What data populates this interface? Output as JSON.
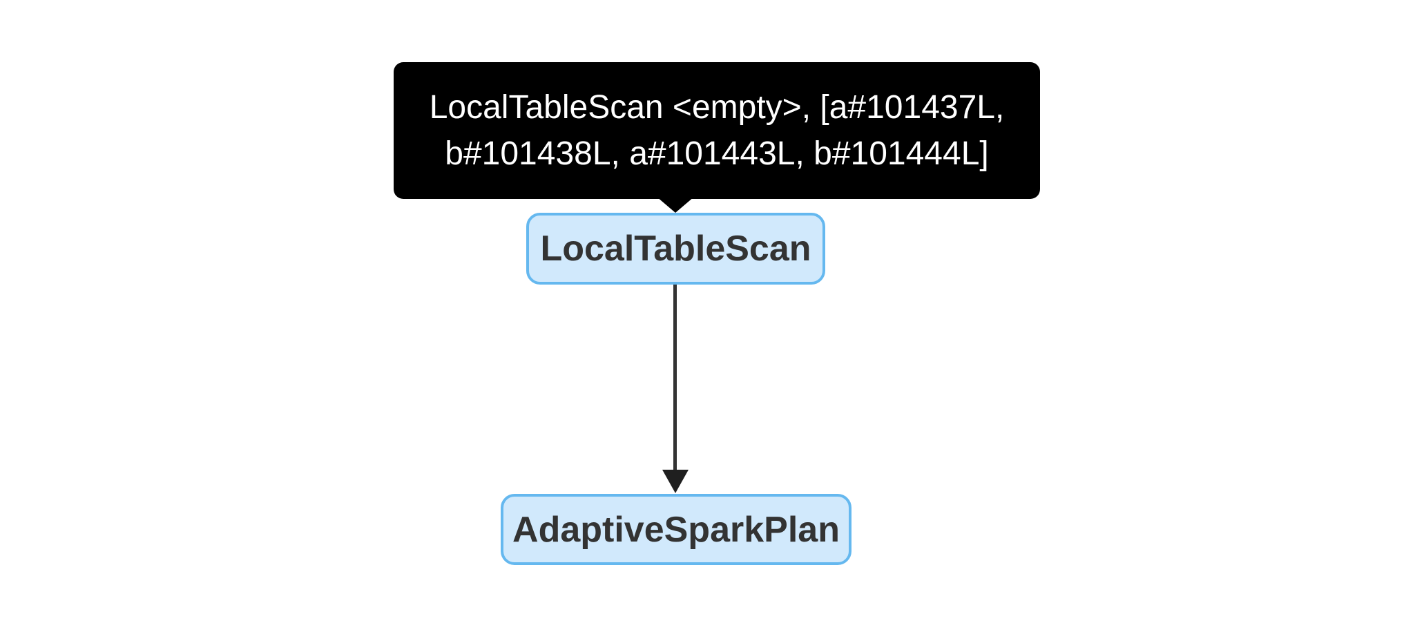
{
  "diagram": {
    "type": "spark-sql-query-plan-dag",
    "background_color": "#ffffff"
  },
  "tooltip": {
    "text": "LocalTableScan <empty>, [a#101437L, b#101438L, a#101443L, b#101444L]",
    "lines": [
      "LocalTableScan <empty>, [a#101437L,",
      "b#101438L, a#101443L, b#101444L]"
    ],
    "background_color": "#000000",
    "text_color": "#ffffff"
  },
  "nodes": [
    {
      "label": "LocalTableScan",
      "fill_color": "#d1e9fc",
      "border_color": "#65b8ef",
      "text_color": "#333333"
    },
    {
      "label": "AdaptiveSparkPlan",
      "fill_color": "#d1e9fc",
      "border_color": "#65b8ef",
      "text_color": "#333333"
    }
  ],
  "edges": [
    {
      "from": "LocalTableScan",
      "to": "AdaptiveSparkPlan",
      "color": "#333333",
      "direction": "down"
    }
  ]
}
